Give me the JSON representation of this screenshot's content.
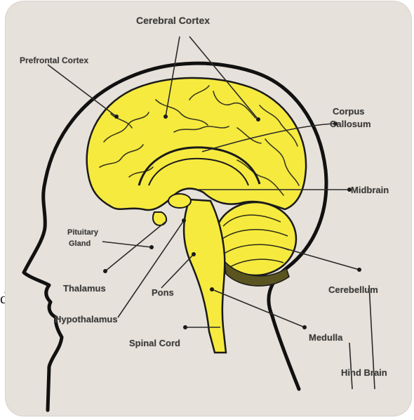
{
  "labels": {
    "cerebral_cortex": "Cerebral Cortex",
    "prefrontal_cortex": "Prefrontal Cortex",
    "corpus_callosum_1": "Corpus",
    "corpus_callosum_2": "Callosum",
    "midbrain": "Midbrain",
    "pituitary_1": "Pituitary",
    "pituitary_2": "Gland",
    "thalamus": "Thalamus",
    "pons": "Pons",
    "cerebellum": "Cerebellum",
    "hypothalamus": "Hypothalamus",
    "medulla": "Medulla",
    "spinal_cord": "Spinal Cord",
    "hind_brain": "Hind Brain"
  },
  "stray_text": "d",
  "colors": {
    "background": "#e6e1da",
    "brain": "#f6ea3f",
    "outline": "#111111",
    "label_text": "#3b3b3b"
  }
}
